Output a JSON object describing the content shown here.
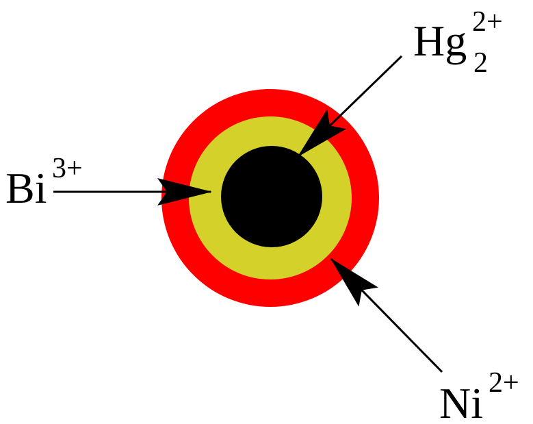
{
  "colors": {
    "outer_ring": "#ff0000",
    "middle_ring": "#d4d12a",
    "core": "#000000",
    "arrow": "#000000",
    "background": "#ffffff"
  },
  "labels": {
    "hg": {
      "symbol": "Hg",
      "subscript": "2",
      "charge": "2+"
    },
    "bi": {
      "symbol": "Bi",
      "charge": "3+"
    },
    "ni": {
      "symbol": "Ni",
      "charge": "2+"
    }
  }
}
